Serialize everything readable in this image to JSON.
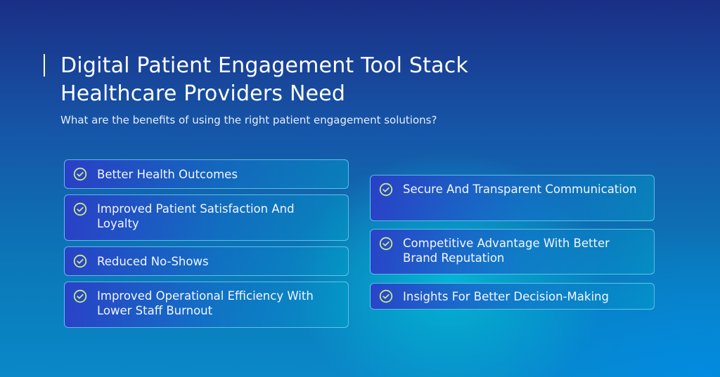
{
  "header": {
    "title_line1": "Digital Patient Engagement Tool Stack",
    "title_line2": "Healthcare Providers Need",
    "subtitle": "What are the benefits of using the right patient engagement solutions?"
  },
  "benefits_left": [
    {
      "label": "Better Health Outcomes",
      "icon": "check-circle-icon"
    },
    {
      "label": "Improved Patient Satisfaction And Loyalty",
      "icon": "check-circle-icon"
    },
    {
      "label": "Reduced No-Shows",
      "icon": "check-circle-icon"
    },
    {
      "label": "Improved Operational Efficiency With Lower Staff Burnout",
      "icon": "check-circle-icon"
    }
  ],
  "benefits_right": [
    {
      "label": "Secure And Transparent Communication",
      "icon": "check-circle-icon"
    },
    {
      "label": "Competitive Advantage With Better Brand Reputation",
      "icon": "check-circle-icon"
    },
    {
      "label": "Insights For Better Decision-Making",
      "icon": "check-circle-icon"
    }
  ],
  "colors": {
    "check": "#c9e98c",
    "border": "#78dcf0"
  }
}
